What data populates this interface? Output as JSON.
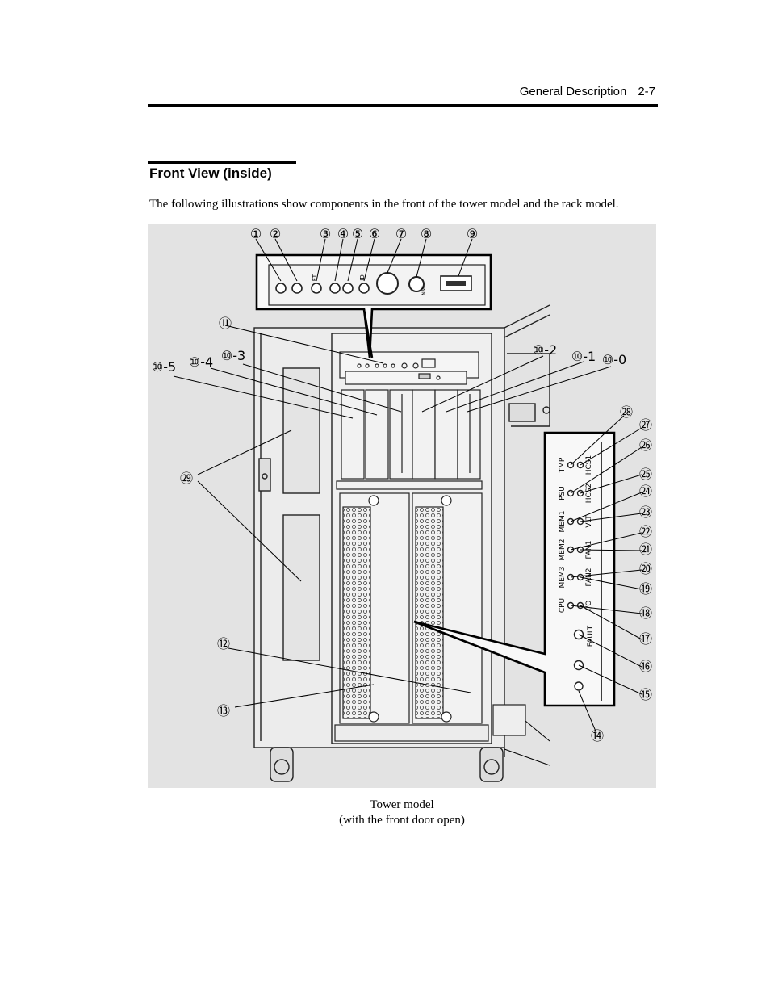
{
  "header": {
    "section_title": "General Description",
    "page_number": "2-7"
  },
  "section": {
    "title": "Front View (inside)",
    "intro": "The following illustrations show components in the front of the tower model and the rack model."
  },
  "figure": {
    "callouts": {
      "c1": "①",
      "c2": "②",
      "c3": "③",
      "c4": "④",
      "c5": "⑤",
      "c6": "⑥",
      "c7": "⑦",
      "c8": "⑧",
      "c9": "⑨",
      "c11": "⑪",
      "c12": "⑫",
      "c13": "⑬",
      "c14": "⑭",
      "c15": "⑮",
      "c16": "⑯",
      "c17": "⑰",
      "c18": "⑱",
      "c19": "⑲",
      "c20": "⑳",
      "c21": "㉑",
      "c22": "㉒",
      "c23": "㉓",
      "c24": "㉔",
      "c25": "㉕",
      "c26": "㉖",
      "c27": "㉗",
      "c28": "㉘",
      "c29": "㉙",
      "c10_0": "⑩-0",
      "c10_1": "⑩-1",
      "c10_2": "⑩-2",
      "c10_3": "⑩-3",
      "c10_4": "⑩-4",
      "c10_5": "⑩-5"
    },
    "panel_labels": {
      "ft": "FT",
      "id": "ID",
      "nmi": "NMI"
    },
    "status_labels": {
      "tmp": "TMP",
      "hcs1": "HCS1",
      "psu": "PSU",
      "hcs2": "HCS2",
      "mem1": "MEM1",
      "vlt": "VLT",
      "mem2": "MEM2",
      "fan1": "FAN1",
      "mem3": "MEM3",
      "fan2": "FAN2",
      "cpu": "CPU",
      "io": "I/O",
      "fault": "FAULT"
    }
  },
  "caption": {
    "line1": "Tower model",
    "line2": "(with the front door open)"
  }
}
